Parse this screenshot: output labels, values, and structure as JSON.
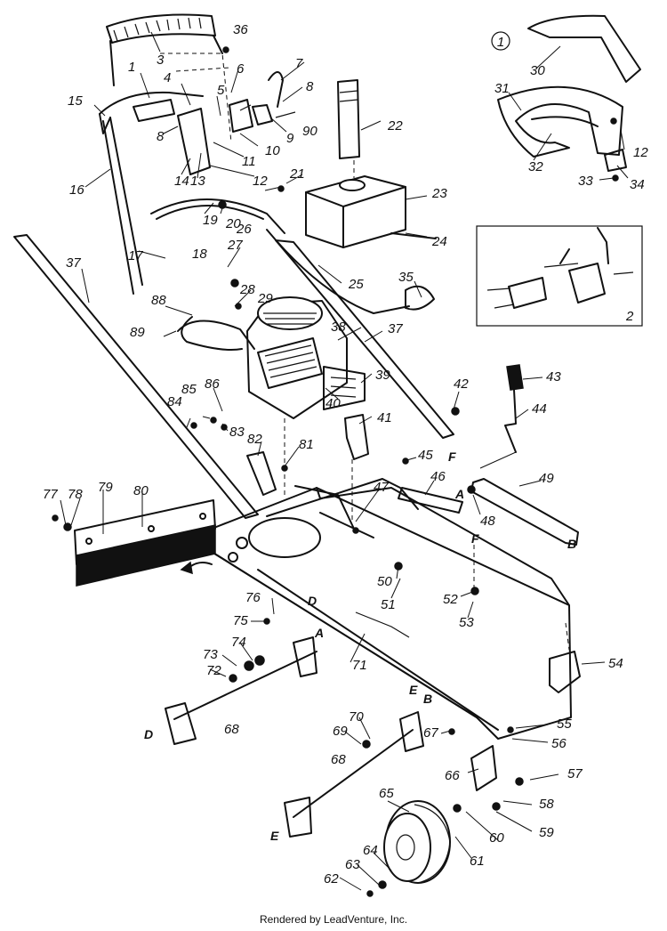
{
  "diagram": {
    "callouts": {
      "c1": "1",
      "c2": "2",
      "c3": "3",
      "c4": "4",
      "c5": "5",
      "c6": "6",
      "c7": "7",
      "c8a": "8",
      "c8b": "8",
      "c9": "9",
      "c10": "10",
      "c11": "11",
      "c12a": "12",
      "c12b": "12",
      "c13": "13",
      "c14": "14",
      "c15": "15",
      "c16": "16",
      "c17": "17",
      "c18": "18",
      "c19": "19",
      "c20": "20",
      "c21": "21",
      "c22": "22",
      "c23": "23",
      "c24": "24",
      "c25": "25",
      "c26": "26",
      "c27": "27",
      "c28": "28",
      "c29": "29",
      "c30": "30",
      "c31": "31",
      "c32": "32",
      "c33": "33",
      "c34": "34",
      "c35": "35",
      "c36": "36",
      "c37a": "37",
      "c37b": "37",
      "c38": "38",
      "c39": "39",
      "c40": "40",
      "c41": "41",
      "c42": "42",
      "c43": "43",
      "c44": "44",
      "c45": "45",
      "c46": "46",
      "c47": "47",
      "c48": "48",
      "c49": "49",
      "c50": "50",
      "c51": "51",
      "c52": "52",
      "c53": "53",
      "c54": "54",
      "c55": "55",
      "c56": "56",
      "c57": "57",
      "c58": "58",
      "c59": "59",
      "c60": "60",
      "c61": "61",
      "c62": "62",
      "c63": "63",
      "c64": "64",
      "c65": "65",
      "c66": "66",
      "c67": "67",
      "c68a": "68",
      "c68b": "68",
      "c69": "69",
      "c70": "70",
      "c71": "71",
      "c72": "72",
      "c73": "73",
      "c74": "74",
      "c75": "75",
      "c76": "76",
      "c77": "77",
      "c78": "78",
      "c79": "79",
      "c80": "80",
      "c81": "81",
      "c82": "82",
      "c83": "83",
      "c84": "84",
      "c85": "85",
      "c86": "86",
      "c88": "88",
      "c89": "89",
      "c90": "90"
    },
    "letters": {
      "a1": "A",
      "a2": "A",
      "b1": "B",
      "b2": "B",
      "d1": "D",
      "d2": "D",
      "e1": "E",
      "e2": "E",
      "f1": "F",
      "f2": "F"
    },
    "inset_labels": {
      "inset1": "1",
      "inset2": "2"
    }
  },
  "footer": {
    "text": "Rendered by LeadVenture, Inc."
  }
}
